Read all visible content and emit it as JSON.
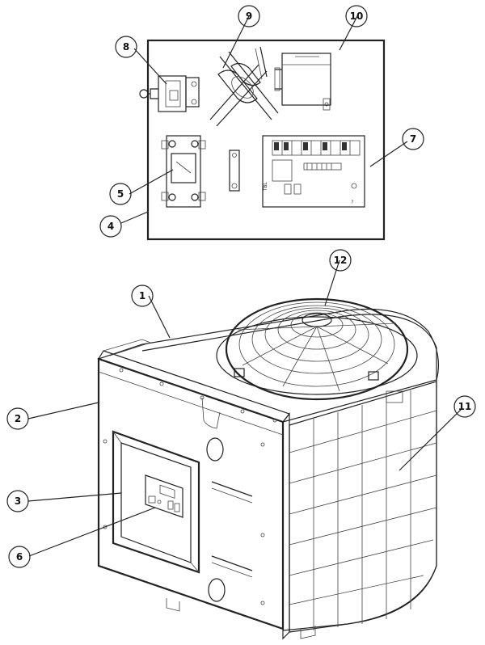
{
  "callouts": [
    {
      "id": "c1",
      "label": "1"
    },
    {
      "id": "c2",
      "label": "2"
    },
    {
      "id": "c3",
      "label": "3"
    },
    {
      "id": "c4",
      "label": "4"
    },
    {
      "id": "c5",
      "label": "5"
    },
    {
      "id": "c6",
      "label": "6"
    },
    {
      "id": "c7",
      "label": "7"
    },
    {
      "id": "c8",
      "label": "8"
    },
    {
      "id": "c9",
      "label": "9"
    },
    {
      "id": "c10",
      "label": "10"
    },
    {
      "id": "c11",
      "label": "11"
    },
    {
      "id": "c12",
      "label": "12"
    }
  ],
  "board_marks": {
    "mark_a": "TBL",
    "mark_b": "?"
  }
}
